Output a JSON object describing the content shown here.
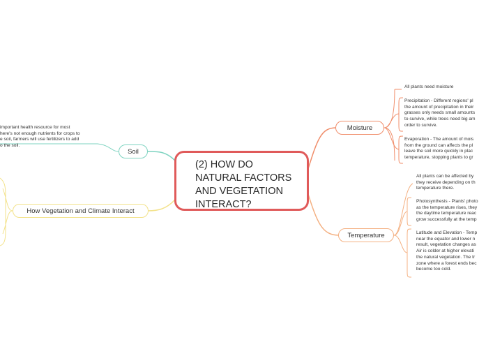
{
  "central": {
    "line1": "(2) HOW DO",
    "line2": "NATURAL FACTORS",
    "line3": "AND VEGETATION",
    "line4": "INTERACT?"
  },
  "branches": {
    "moisture": "Moisture",
    "temperature": "Temperature",
    "soil": "Soil",
    "vegetation_climate": "How Vegetation and Climate Interact"
  },
  "notes": {
    "moisture_all": [
      "All plants need moisture"
    ],
    "moisture_precipitation": [
      "Precipitation - Different regions' pl",
      "the amount of precipitation in their",
      "grasses only needs small amounts",
      "to survive, while trees need big am",
      "order to survive."
    ],
    "moisture_evaporation": [
      "Evaporation - The amount of mois",
      "from the ground can affects the pl",
      "leave the soil more quickly in plac",
      "temperature, stopping plants to gr"
    ],
    "temperature_all": [
      "All plants can be affected by",
      "they receive depending on th",
      "temperature there."
    ],
    "temperature_photosynthesis": [
      "Photosynthesis - Plants' photo",
      "as the temperature rises, they",
      "the daytime temperature reac",
      "grow successfully at the temp"
    ],
    "temperature_latitude": [
      "Latitude and Elevation - Temp",
      "near the equator and lower n",
      "result, vegetation changes as",
      "Air is colder at higher elevati",
      "the natural vegetation.  The tr",
      "zone where a forest ends bec",
      "become too cold."
    ],
    "soil_text": [
      "important health resource for most",
      "here's not enough nutrients for crops to",
      "e soil, farmers will use fertilizers to add",
      "o the soil."
    ]
  },
  "colors": {
    "central_border": "#e05a5a",
    "moisture": "#f08d6a",
    "temperature": "#f4b183",
    "soil": "#7dd3c0",
    "vegetation": "#f3e28a"
  }
}
